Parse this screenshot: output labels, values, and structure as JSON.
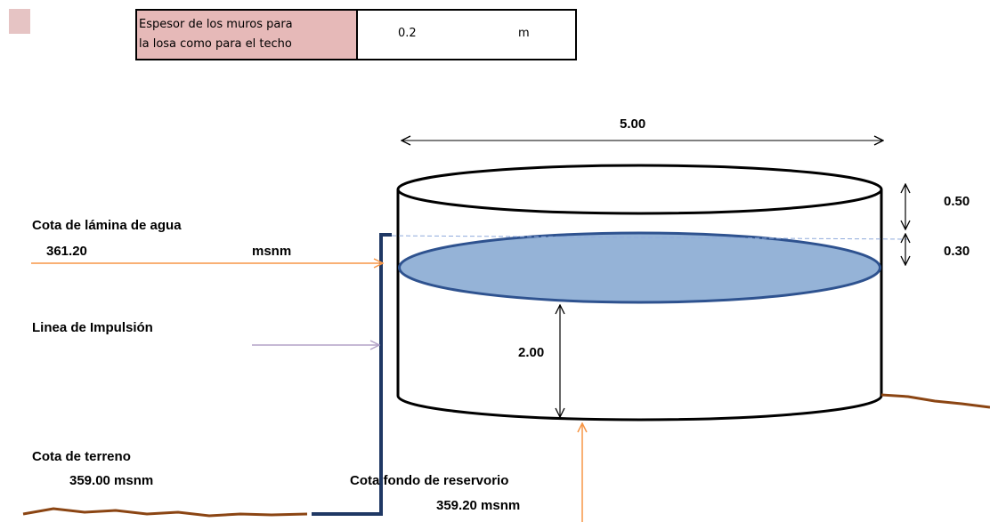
{
  "table": {
    "label_line1": "Espesor de los muros para",
    "label_line2": "la losa como para el techo",
    "value": "0.2",
    "unit": "m"
  },
  "dimensions": {
    "diameter": "5.00",
    "freeboard": "0.50",
    "water_layer": "0.30",
    "height": "2.00"
  },
  "labels": {
    "water_level_title": "Cota de lámina de agua",
    "water_level_value": "361.20",
    "water_level_unit": "msnm",
    "pipe_line": "Linea de Impulsión",
    "ground_title": "Cota de terreno",
    "ground_value": "359.00 msnm",
    "bottom_title": "Cota fondo de reservorio",
    "bottom_value": "359.20 msnm"
  },
  "colors": {
    "water_fill": "#95b3d7",
    "water_stroke": "#2e528f",
    "pipe": "#1f3864",
    "orange_arrow": "#f79646",
    "purple_arrow": "#b3a2c7",
    "ground": "#8b4513"
  }
}
